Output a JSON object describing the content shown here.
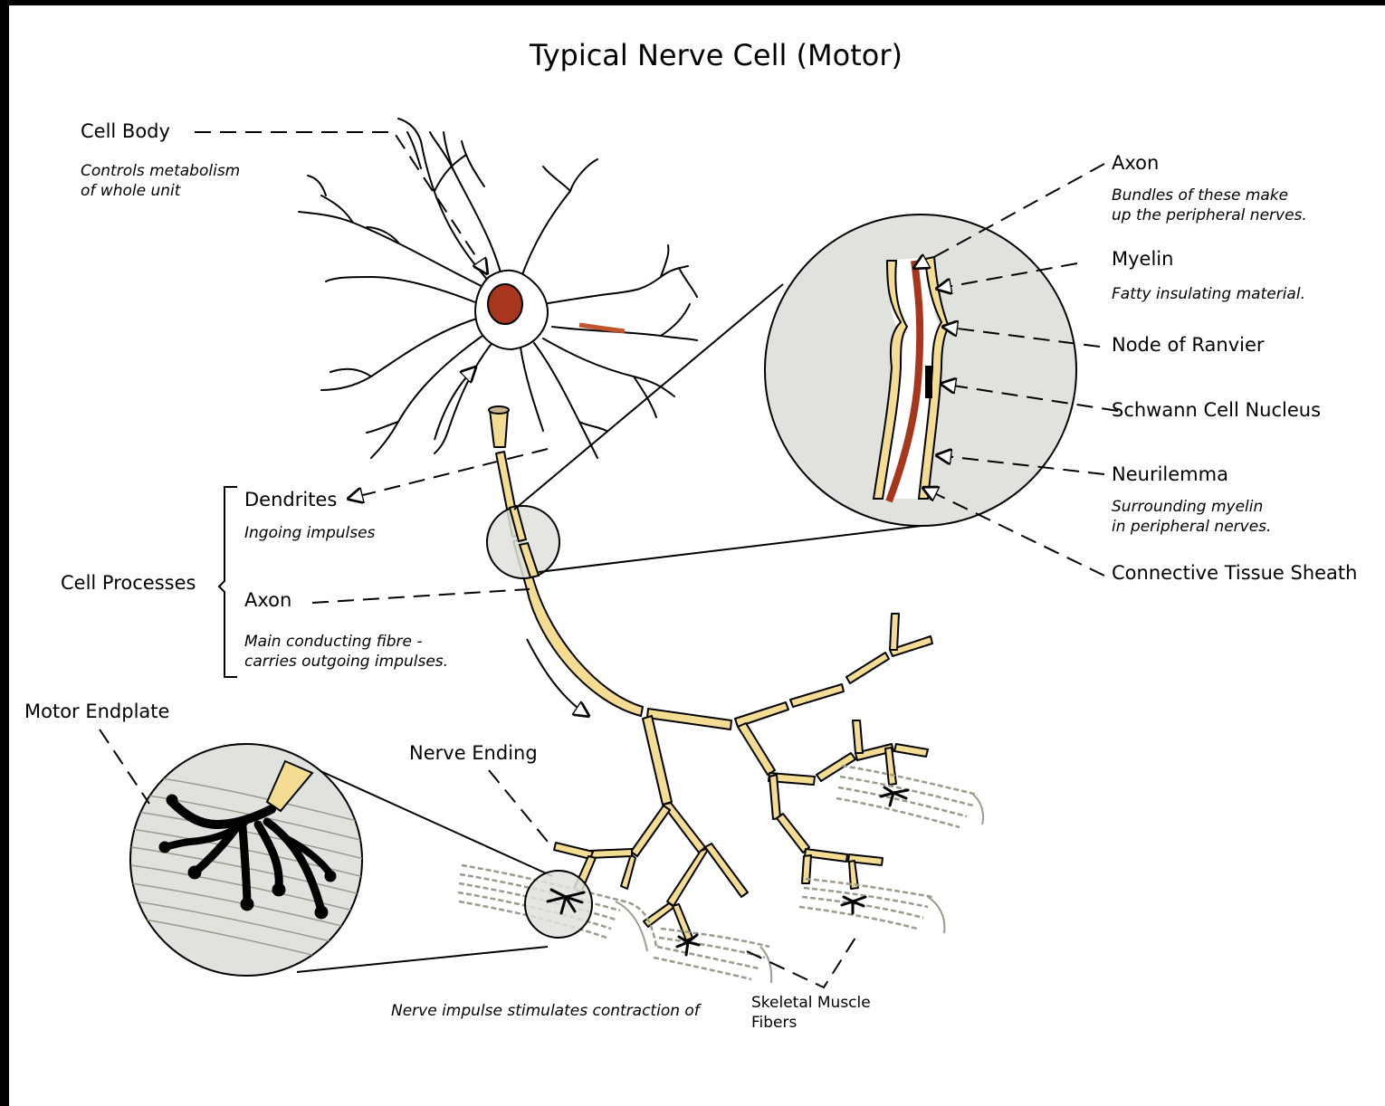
{
  "title": "Typical Nerve Cell (Motor)",
  "labels": {
    "cell_body": "Cell Body",
    "cell_body_note": "Controls metabolism\nof whole unit",
    "dendrites": "Dendrites",
    "dendrites_note": "Ingoing impulses",
    "cell_processes": "Cell Processes",
    "axon": "Axon",
    "axon_note": "Main conducting fibre -\ncarries outgoing impulses.",
    "motor_endplate": "Motor Endplate",
    "nerve_ending": "Nerve Ending",
    "impulse_note": "Nerve impulse stimulates contraction of",
    "skeletal_muscle": "Skeletal Muscle\nFibers",
    "inset_axon": "Axon",
    "inset_axon_note": "Bundles of these make\nup the peripheral nerves.",
    "myelin": "Myelin",
    "myelin_note": "Fatty insulating material.",
    "node_of_ranvier": "Node of Ranvier",
    "schwann_nucleus": "Schwann Cell Nucleus",
    "neurilemma": "Neurilemma",
    "neurilemma_note": "Surrounding myelin\nin peripheral nerves.",
    "connective_sheath": "Connective Tissue Sheath"
  },
  "colors": {
    "axon_fill": "#f5dc93",
    "nucleus": "#a8361d",
    "inset_bg": "#dfe2dd",
    "muscle": "#9a9b8a",
    "endplate": "#000000"
  }
}
